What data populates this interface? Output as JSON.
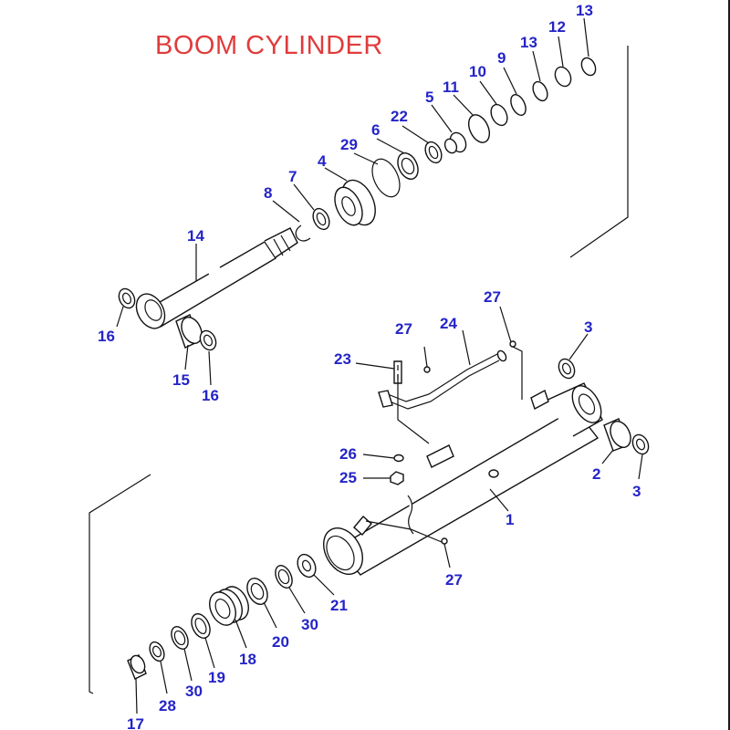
{
  "title": "BOOM CYLINDER",
  "colors": {
    "title": "#e03c3c",
    "callout": "#2424c8",
    "line": "#111111",
    "frame": "#1a1a1a"
  },
  "callouts": [
    "13",
    "12",
    "13",
    "9",
    "10",
    "11",
    "5",
    "22",
    "6",
    "29",
    "4",
    "7",
    "8",
    "14",
    "16",
    "15",
    "16",
    "27",
    "24",
    "27",
    "23",
    "3",
    "2",
    "3",
    "26",
    "25",
    "1",
    "27",
    "21",
    "30",
    "20",
    "18",
    "19",
    "30",
    "28",
    "17"
  ]
}
